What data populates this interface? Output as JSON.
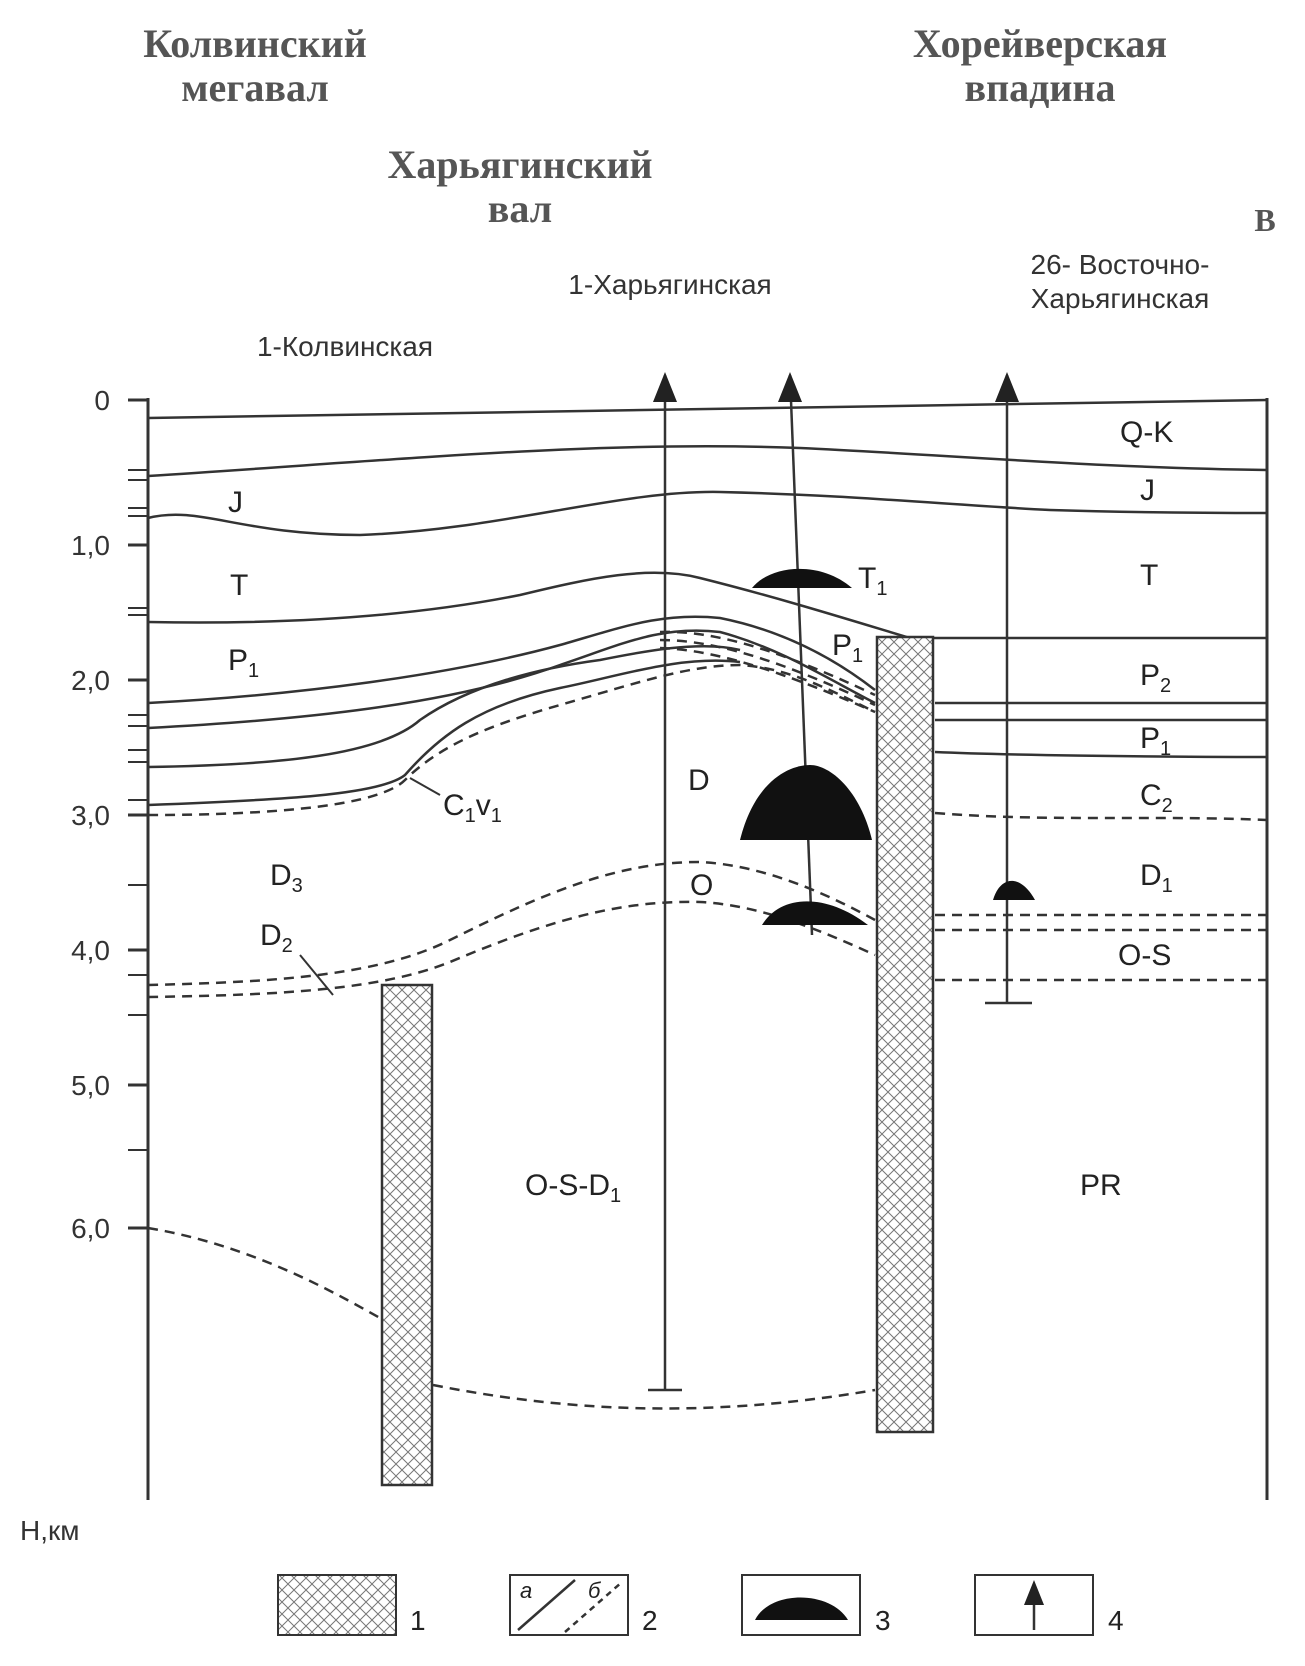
{
  "regions": {
    "left": [
      "Колвинский",
      "мегавал"
    ],
    "center": [
      "Харьягинский",
      "вал"
    ],
    "right": [
      "Хорейверская",
      "впадина"
    ],
    "direction": "В"
  },
  "wells": {
    "kolva": "1-Колвинская",
    "kharyaga": "1-Харьягинская",
    "east": [
      "26- Восточно-",
      "Харьягинская"
    ]
  },
  "axis": {
    "ticks": [
      "0",
      "1,0",
      "2,0",
      "3,0",
      "4,0",
      "5,0",
      "6,0"
    ],
    "unit": "H,км"
  },
  "layers": {
    "qk": "Q-K",
    "j_left": "J",
    "j_right": "J",
    "t_left": "T",
    "t_right": "T",
    "t1": "T",
    "t1_sub": "1",
    "p1_left": "P",
    "p1_left_sub": "1",
    "p1_center": "P",
    "p1_center_sub": "1",
    "p2_right": "P",
    "p2_right_sub": "2",
    "p1_right": "P",
    "p1_right_sub": "1",
    "c1v1": "C",
    "c1v1_sub1": "1",
    "c1v1_mid": "v",
    "c1v1_sub2": "1",
    "c2_right": "C",
    "c2_right_sub": "2",
    "d_center": "D",
    "d3_left": "D",
    "d3_left_sub": "3",
    "d2_left": "D",
    "d2_left_sub": "2",
    "o_center": "O",
    "d1_right": "D",
    "d1_right_sub": "1",
    "os_right": "O-S",
    "osd1": "O-S-D",
    "osd1_sub": "1",
    "pr": "PR"
  },
  "legend": {
    "items": [
      "1",
      "2",
      "3",
      "4"
    ],
    "a": "а",
    "b": "б"
  }
}
